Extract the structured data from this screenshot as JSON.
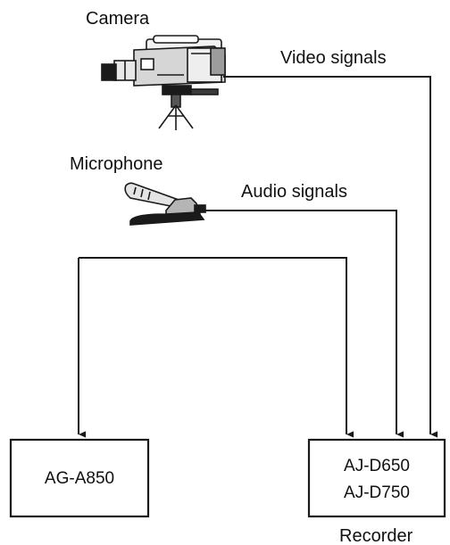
{
  "labels": {
    "camera": "Camera",
    "video_signals": "Video signals",
    "microphone": "Microphone",
    "audio_signals": "Audio signals",
    "recorder": "Recorder"
  },
  "boxes": {
    "player": {
      "line1": "AG-A850"
    },
    "recorder": {
      "line1": "AJ-D650",
      "line2": "AJ-D750"
    }
  },
  "icons": {
    "camera": "video-camera-on-tripod-icon",
    "microphone": "desk-microphone-icon",
    "arrowhead": "arrowhead-down-icon"
  }
}
